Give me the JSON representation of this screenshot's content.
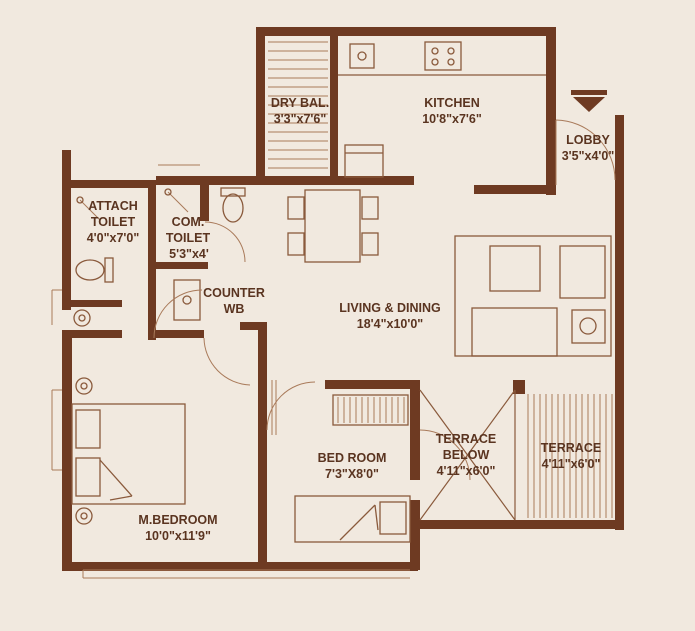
{
  "rooms": {
    "dry_bal": {
      "name": "DRY BAL.",
      "size": "3'3\"x7'6\""
    },
    "kitchen": {
      "name": "KITCHEN",
      "size": "10'8\"x7'6\""
    },
    "lobby": {
      "name": "LOBBY",
      "size": "3'5\"x4'0\""
    },
    "attach_toilet": {
      "name_line1": "ATTACH",
      "name_line2": "TOILET",
      "size": "4'0\"x7'0\""
    },
    "com_toilet": {
      "name_line1": "COM.",
      "name_line2": "TOILET",
      "size": "5'3\"x4'"
    },
    "counter_wb": {
      "name_line1": "COUNTER",
      "name_line2": "WB"
    },
    "living_dining": {
      "name": "LIVING & DINING",
      "size": "18'4\"x10'0\""
    },
    "bed_room": {
      "name": "BED ROOM",
      "size": "7'3\"X8'0\""
    },
    "terrace_below": {
      "name_line1": "TERRACE",
      "name_line2": "BELOW",
      "size": "4'11\"x6'0\""
    },
    "terrace": {
      "name": "TERRACE",
      "size": "4'11\"x6'0\""
    },
    "m_bedroom": {
      "name": "M.BEDROOM",
      "size": "10'0\"x11'9\""
    }
  },
  "colors": {
    "background": "#f1e9df",
    "wall": "#6e3a22",
    "line": "#8a5a3c"
  },
  "icons": [
    "entrance-arrow-icon",
    "sink-icon",
    "stove-icon",
    "wc-icon",
    "bed-icon",
    "sofa-icon",
    "dining-table-icon"
  ]
}
